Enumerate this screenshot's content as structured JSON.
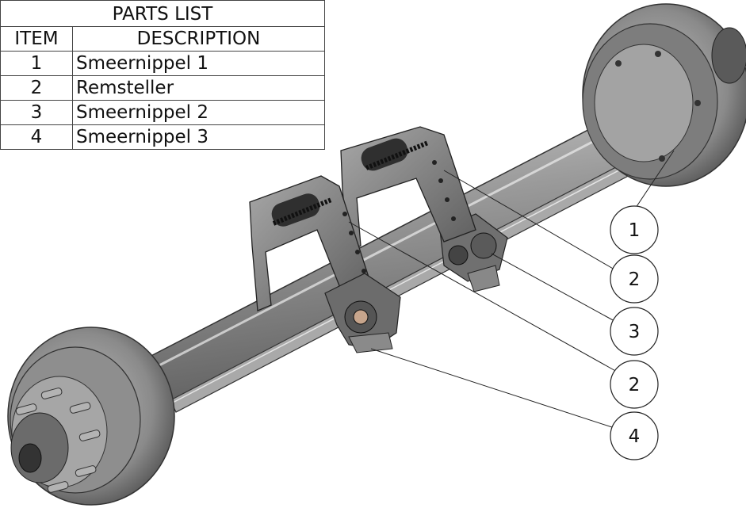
{
  "parts_list": {
    "title": "PARTS LIST",
    "headers": {
      "item": "ITEM",
      "description": "DESCRIPTION"
    },
    "rows": [
      {
        "item": "1",
        "description": "Smeernippel 1"
      },
      {
        "item": "2",
        "description": "Remsteller"
      },
      {
        "item": "3",
        "description": "Smeernippel 2"
      },
      {
        "item": "4",
        "description": "Smeernippel 3"
      }
    ]
  },
  "balloons": [
    "1",
    "2",
    "3",
    "2",
    "4"
  ]
}
